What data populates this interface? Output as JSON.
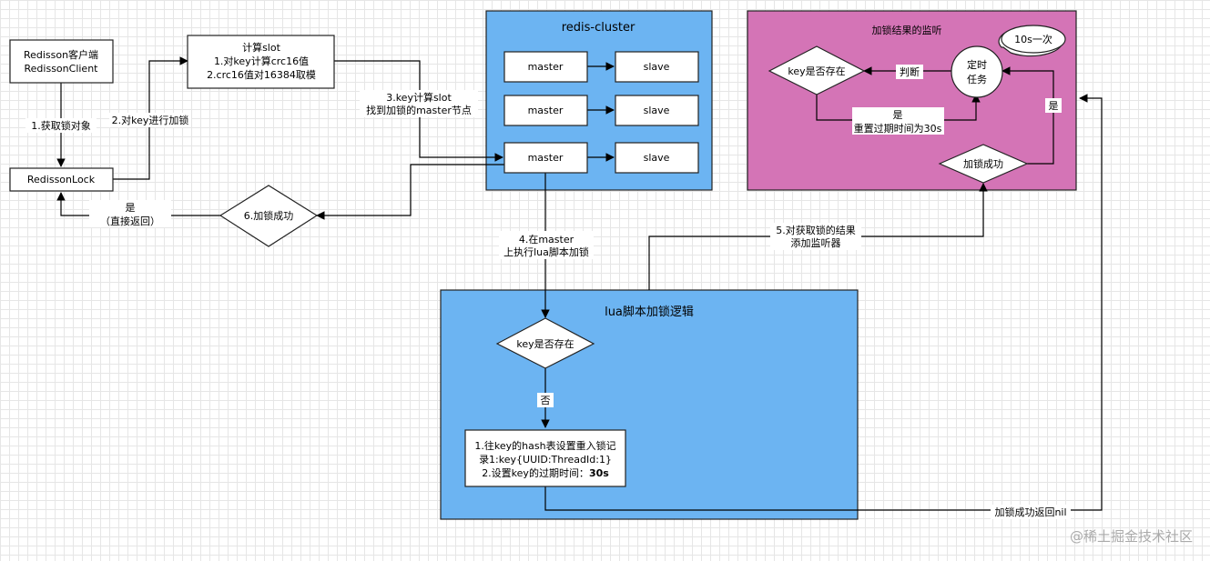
{
  "panels": {
    "redis_cluster_title": "redis-cluster",
    "lua_title": "lua脚本加锁逻辑",
    "watch_title": "加锁结果的监听"
  },
  "nodes": {
    "client_line1": "Redisson客户端",
    "client_line2": "RedissonClient",
    "lock": "RedissonLock",
    "slot_line1": "计算slot",
    "slot_line2": "1.对key计算crc16值",
    "slot_line3": "2.crc16值对16384取模",
    "master": "master",
    "slave": "slave",
    "success6": "6.加锁成功",
    "key_exists": "key是否存在",
    "lua_box_line1": "1.往key的hash表设置重入锁记",
    "lua_box_line2": "录1:key{UUID:ThreadId:1}",
    "lua_box_line3_prefix": "2.设置key的过期时间：",
    "lua_box_line3_value": "30s",
    "watch_key_exists": "key是否存在",
    "timer_line1": "定时",
    "timer_line2": "任务",
    "bubble": "10s一次",
    "watch_success": "加锁成功"
  },
  "edges": {
    "step1": "1.获取锁对象",
    "step2": "2.对key进行加锁",
    "step3_line1": "3.key计算slot",
    "step3_line2": "找到加锁的master节点",
    "step4_line1": "4.在master",
    "step4_line2": "上执行lua脚本加锁",
    "step5_line1": "5.对获取锁的结果",
    "step5_line2": "添加监听器",
    "yes_return_line1": "是",
    "yes_return_line2": "（直接返回）",
    "no": "否",
    "judge": "判断",
    "reset_line1": "是",
    "reset_line2": "重置过期时间为30s",
    "yes": "是",
    "return_nil": "加锁成功返回nil"
  },
  "watermark": "@稀土掘金技术社区"
}
